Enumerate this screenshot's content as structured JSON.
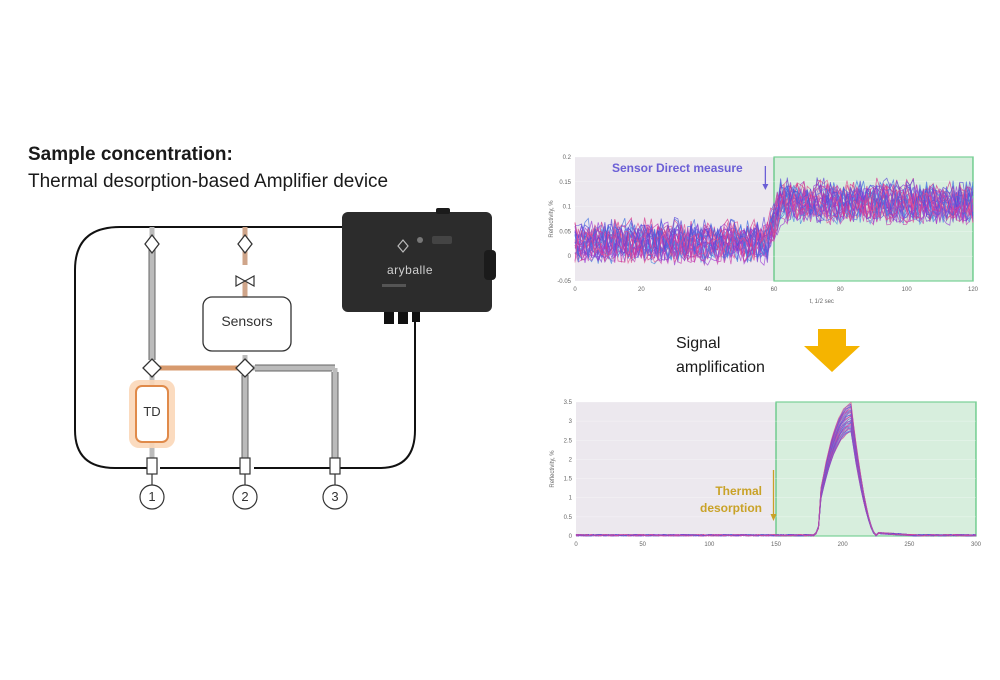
{
  "title": {
    "main": "Sample concentration:",
    "sub": "Thermal desorption-based Amplifier device"
  },
  "schematic": {
    "sensors_label": "Sensors",
    "td_label": "TD",
    "ports": [
      "1",
      "2",
      "3"
    ],
    "device_brand": "aryballe",
    "colors": {
      "heated_line": "#d79a6e",
      "td_glow": "#f0a060",
      "device_body": "#2c2c2c"
    }
  },
  "amplification": {
    "label_line1": "Signal",
    "label_line2": "amplification",
    "arrow_color": "#f5b400"
  },
  "chart_data": [
    {
      "type": "line",
      "ylabel": "Reflectivity, %",
      "xlabel": "t, 1/2 sec",
      "xlim": [
        0,
        120
      ],
      "ylim": [
        -0.05,
        0.2
      ],
      "x_ticks": [
        "0",
        "20",
        "40",
        "60",
        "80",
        "100",
        "120"
      ],
      "y_ticks": [
        "-0.05",
        "0",
        "0.05",
        "0.1",
        "0.15",
        "0.2"
      ],
      "regions": [
        {
          "from": 0,
          "to": 60,
          "color": "#ece8ee"
        },
        {
          "from": 60,
          "to": 120,
          "color": "#d7eedd"
        }
      ],
      "annotation": {
        "text": "Sensor Direct measure",
        "x": 58,
        "color": "#6b5fd6"
      },
      "series_profile": {
        "baseline": 0.03,
        "step_at": 60,
        "plateau": 0.11,
        "series_count": 30
      }
    },
    {
      "type": "line",
      "ylabel": "Reflectivity, %",
      "xlim": [
        0,
        320
      ],
      "ylim": [
        0,
        3.5
      ],
      "x_ticks": [
        "0",
        "50",
        "100",
        "150",
        "200",
        "250",
        "300"
      ],
      "y_ticks": [
        "0",
        "0.5",
        "1",
        "1.5",
        "2",
        "2.5",
        "3",
        "3.5"
      ],
      "regions": [
        {
          "from": 0,
          "to": 160,
          "color": "#ece8ee"
        },
        {
          "from": 160,
          "to": 320,
          "color": "#d7eedd"
        }
      ],
      "annotation": {
        "text_line1": "Thermal",
        "text_line2": "desorption",
        "x": 158,
        "color": "#c9a227"
      },
      "series_profile": {
        "baseline": 0.02,
        "peak_x": 220,
        "peak_min": 2.7,
        "peak_max": 3.45,
        "rise_start": 190,
        "fall_end": 240,
        "series_count": 30
      }
    }
  ]
}
